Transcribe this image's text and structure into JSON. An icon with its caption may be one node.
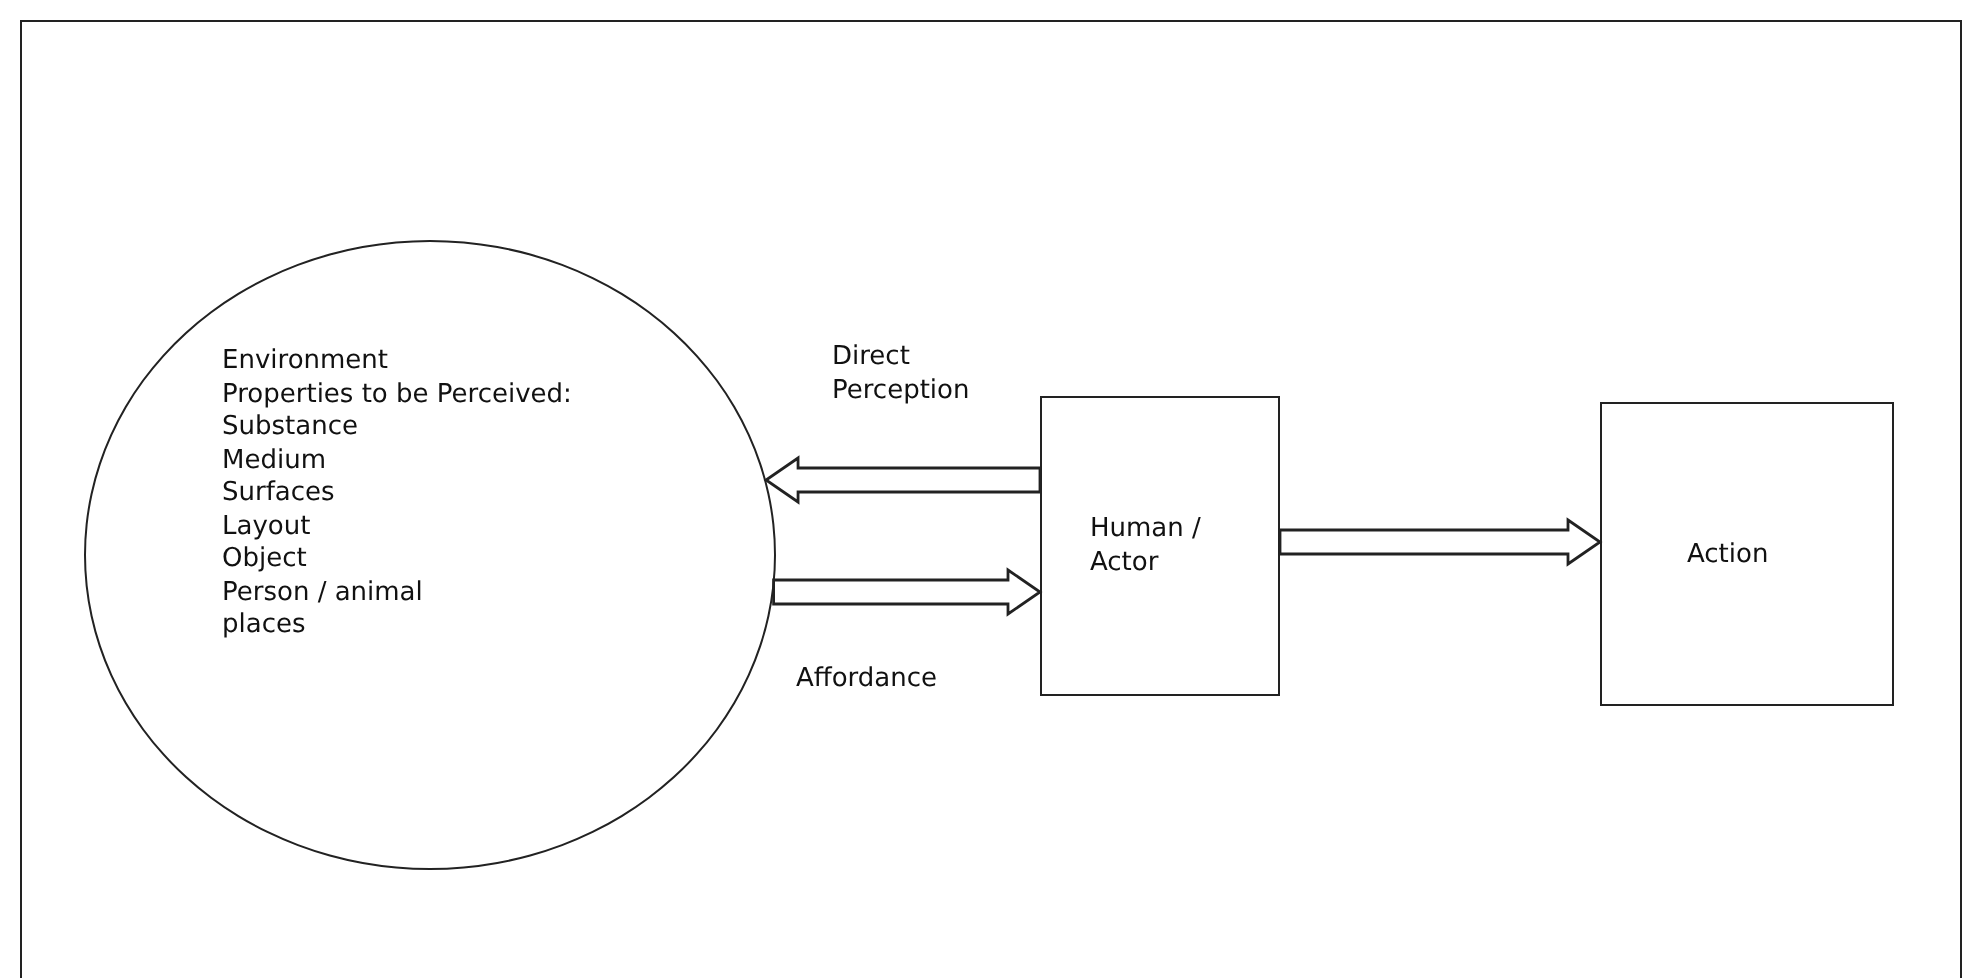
{
  "diagram": {
    "nodes": [
      {
        "text": [
          "Environment",
          "Properties to be Perceived:",
          "Substance",
          "Medium",
          "Surfaces",
          "Layout",
          "Object",
          "Person / animal",
          "places"
        ]
      },
      {
        "text": [
          "Human / Actor"
        ]
      },
      {
        "text": [
          "Action"
        ]
      }
    ],
    "edges": [
      {
        "from": 1,
        "to": 0,
        "arrow": "to",
        "label": "Direct Perception"
      },
      {
        "from": 0,
        "to": 1,
        "arrow": "to",
        "label": "Affordance"
      },
      {
        "from": 1,
        "to": 2,
        "arrow": "to"
      }
    ]
  }
}
